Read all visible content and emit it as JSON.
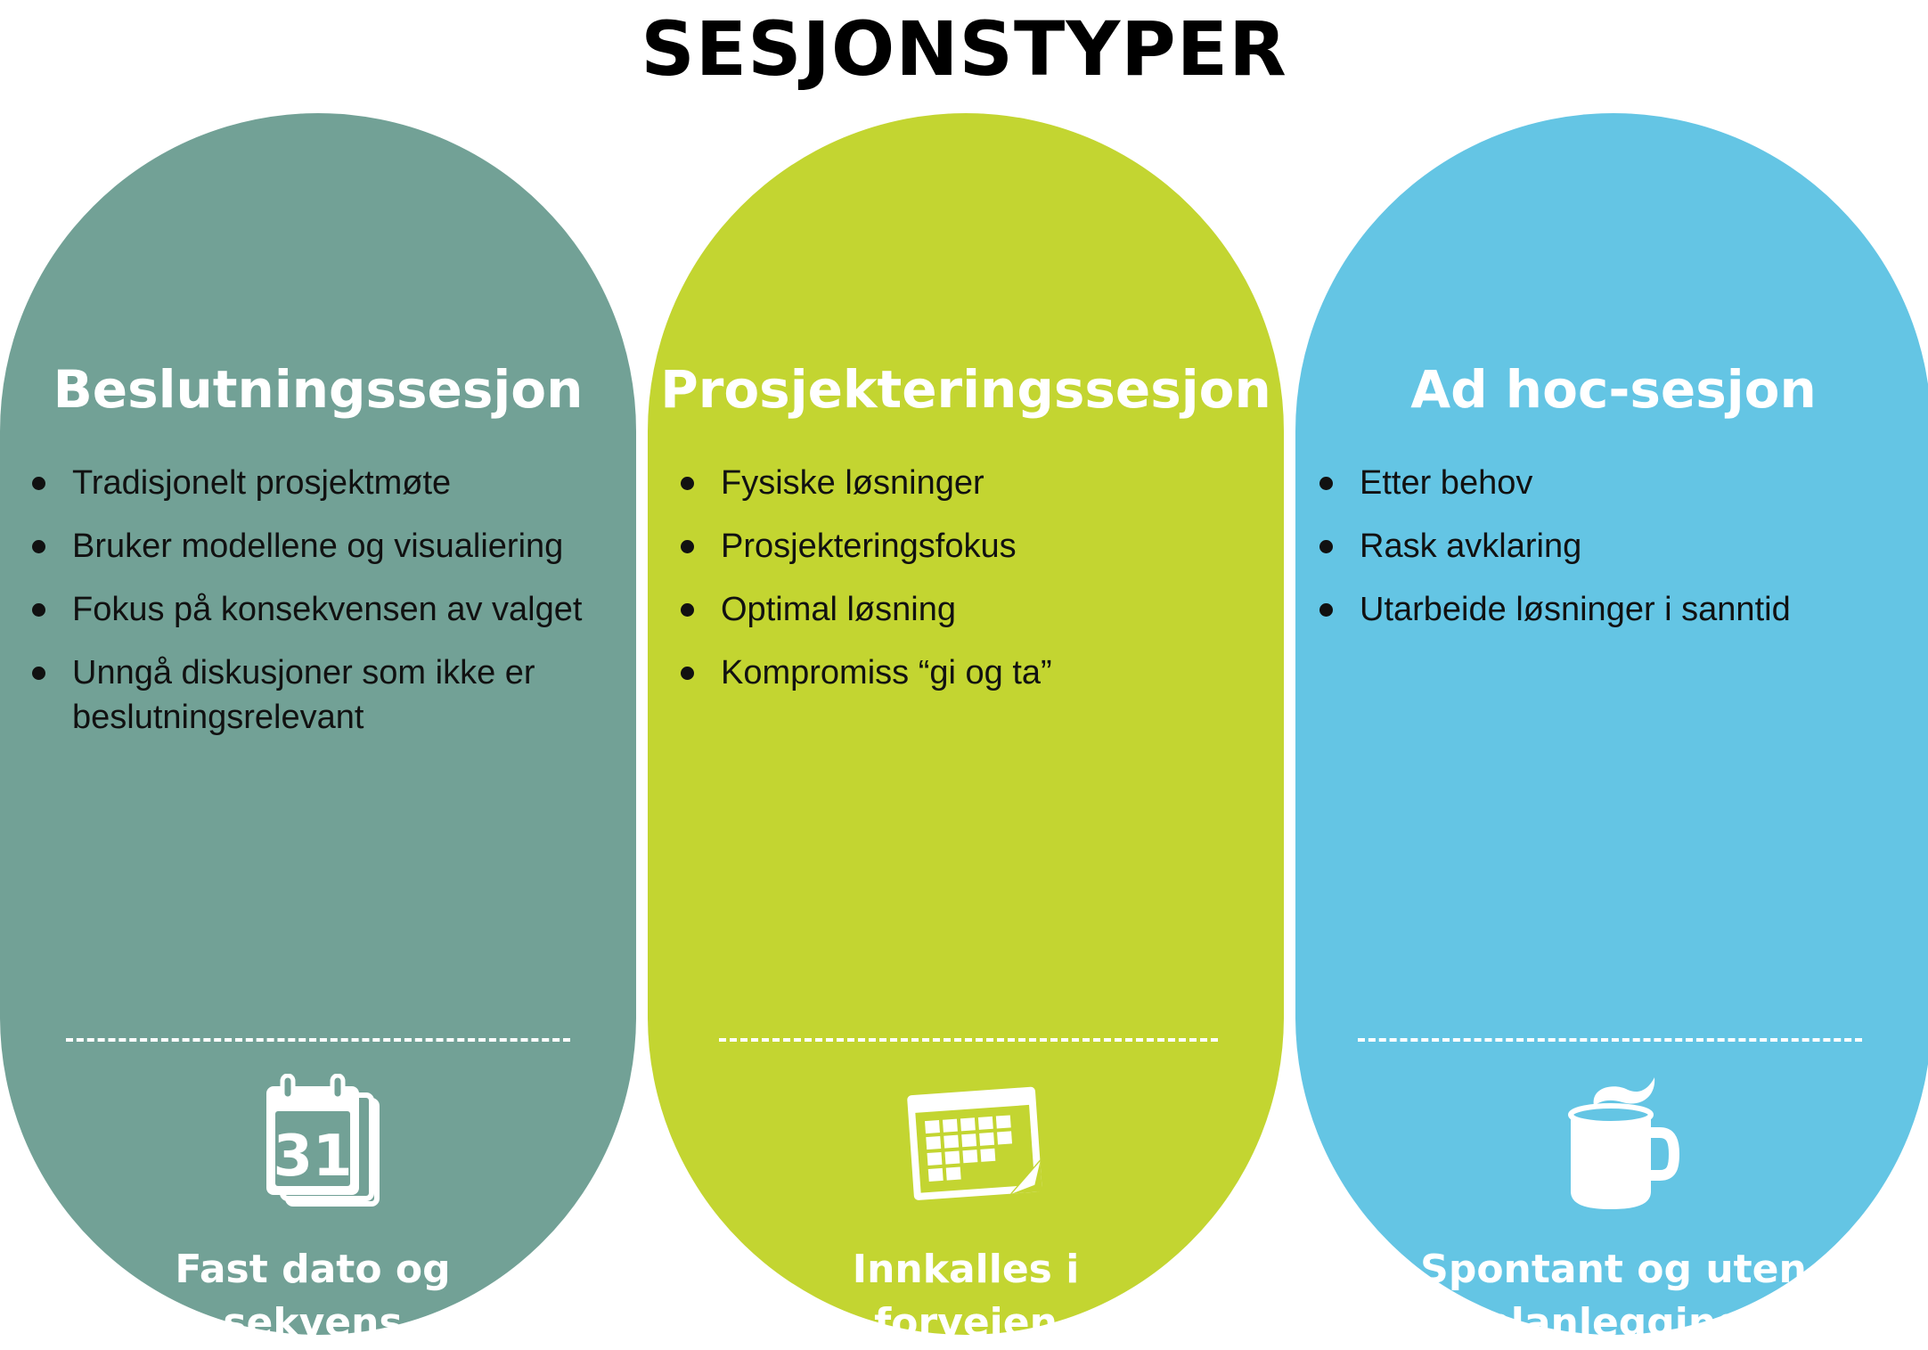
{
  "title": "SESJONSTYPER",
  "colors": {
    "decision": "#72a196",
    "project": "#c3d531",
    "adhoc": "#64c5e4",
    "text_light": "#ffffff",
    "text_dark": "#111111"
  },
  "sessions": [
    {
      "title": "Beslutningssesjon",
      "bullets": [
        "Tradisjonelt prosjektmøte",
        "Bruker modellene og visualiering",
        "Fokus på konsekvensen av valget",
        "Unngå diskusjoner som ikke er beslutningsrelevant"
      ],
      "icon": "calendar-31-icon",
      "icon_text": "31",
      "footer_lines": [
        "Fast dato og",
        "sekvens"
      ]
    },
    {
      "title": "Prosjekteringssesjon",
      "bullets": [
        "Fysiske løsninger",
        "Prosjekteringsfokus",
        "Optimal løsning",
        "Kompromiss “gi og ta”"
      ],
      "icon": "calendar-grid-icon",
      "footer_lines": [
        "Innkalles i",
        "forveien"
      ]
    },
    {
      "title": "Ad hoc-sesjon",
      "bullets": [
        "Etter behov",
        "Rask avklaring",
        "Utarbeide løsninger i sanntid"
      ],
      "icon": "coffee-mug-icon",
      "footer_lines": [
        "Spontant og uten",
        "planlegging"
      ]
    }
  ]
}
